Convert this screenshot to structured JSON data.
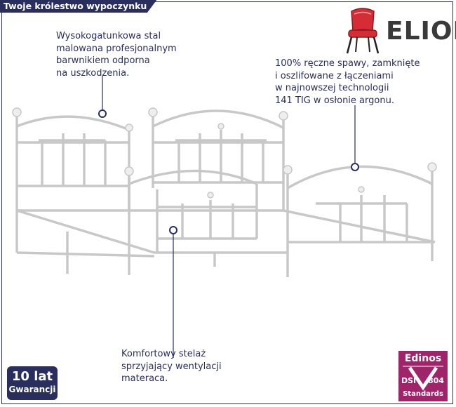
{
  "header": {
    "tag": "Twoje królestwo wypoczynku"
  },
  "brand": {
    "name": "ELIOR",
    "logo_icon": "red-chair-icon",
    "accent": "#d62c36"
  },
  "notes": {
    "paint": "Wysokogatunkowa stal\nmalowana profesjonalnym\nbarwnikiem odporna\nna uszkodzenia.",
    "welding": "100% ręczne spawy, zamknięte\ni oszlifowane z łączeniami\nw najnowszej technologii\n141 TIG w osłonie argonu.",
    "frame": "Komfortowy stelaż\nsprzyjający wentylacji\nmateraca."
  },
  "warranty": {
    "top": "10 lat",
    "bottom": "Gwarancji"
  },
  "certificate": {
    "top": "Edinos",
    "dsi": "DSI",
    "number": "804",
    "bottom": "Standards"
  },
  "colors": {
    "navy": "#2a2e5c",
    "cert": "#a0246a",
    "bed": "#f4f4f4"
  }
}
